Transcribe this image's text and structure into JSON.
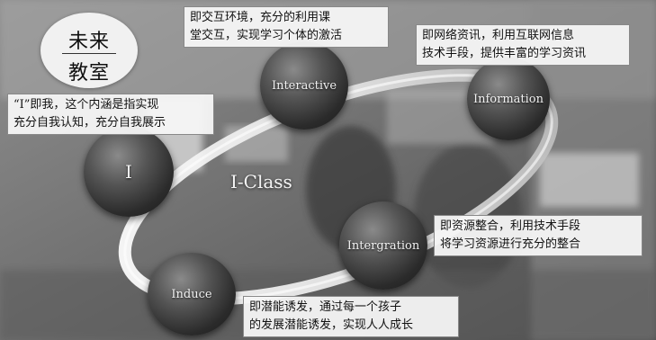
{
  "logo": {
    "line1": "未来",
    "line2": "教室"
  },
  "center_title": "I-Class",
  "nodes": {
    "i": "I",
    "interactive": "Interactive",
    "information": "Information",
    "intergration": "Intergration",
    "induce": "Induce"
  },
  "callouts": {
    "interactive": [
      "即交互环境，充分的利用课",
      "堂交互，实现学习个体的激活"
    ],
    "information": [
      "即网络资讯，利用互联网信息",
      "技术手段，提供丰富的学习资讯"
    ],
    "i": [
      "“I”即我，这个内涵是指实现",
      "充分自我认知，充分自我展示"
    ],
    "intergration": [
      "即资源整合，利用技术手段",
      "将学习资源进行充分的整合"
    ],
    "induce": [
      "即潜能诱发，通过每一个孩子",
      "的发展潜能诱发，实现人人成长"
    ]
  },
  "colors": {
    "orbit": "#e9e9e9",
    "node_dark": "#2b2b2b",
    "callout_bg": "#f6f6f6"
  }
}
